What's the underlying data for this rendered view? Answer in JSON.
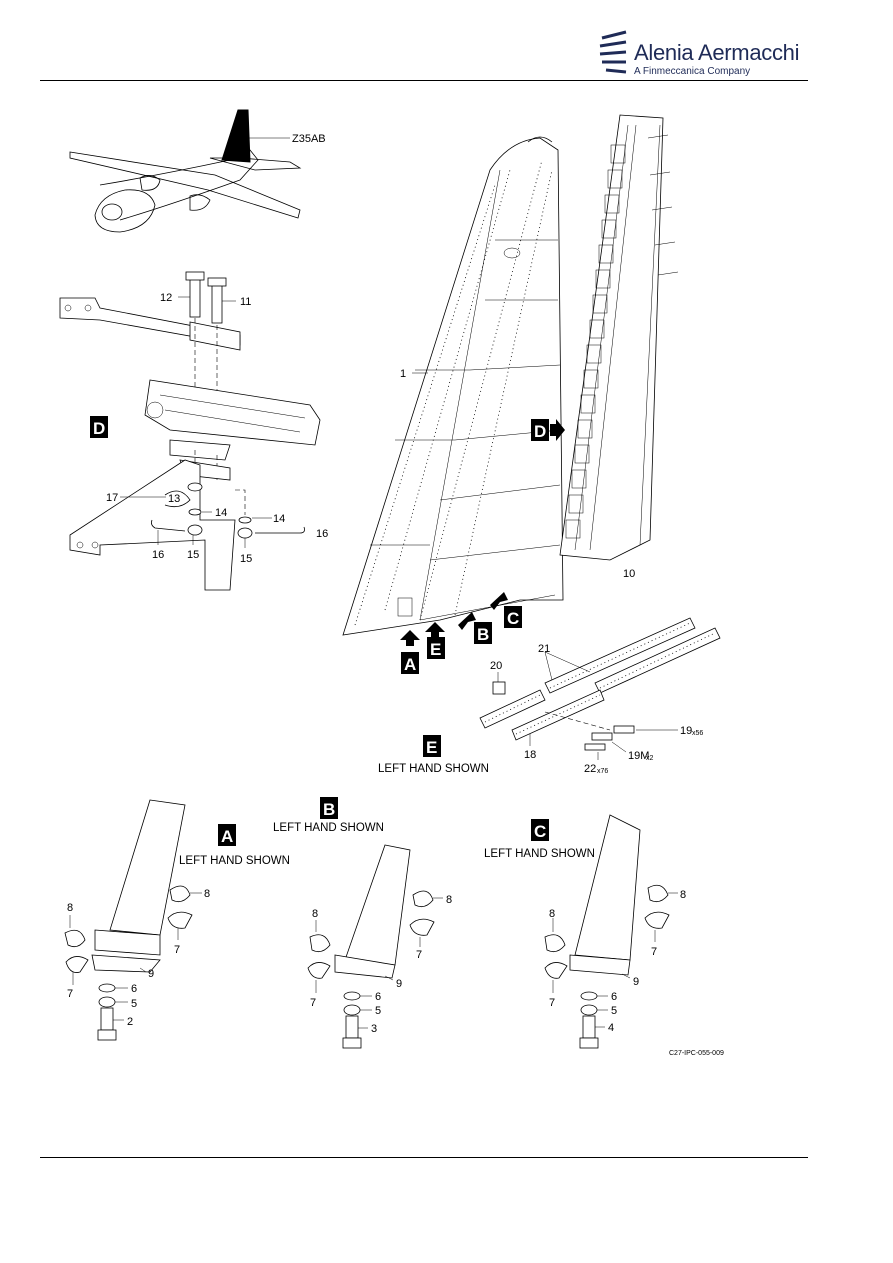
{
  "header": {
    "brand": "Alenia Aermacchi",
    "subtitle": "A Finmeccanica Company",
    "logo_color": "#1f2b57"
  },
  "aircraft_callout": "Z35AB",
  "detail_boxes": {
    "A": "A",
    "B": "B",
    "C": "C",
    "D": "D",
    "E": "E"
  },
  "captions": {
    "E": "LEFT HAND SHOWN",
    "A": "LEFT HAND SHOWN",
    "B": "LEFT HAND SHOWN",
    "C": "LEFT HAND SHOWN"
  },
  "item_labels": {
    "i1": "1",
    "i10": "10",
    "i11": "11",
    "i12": "12",
    "i13": "13",
    "i14a": "14",
    "i14b": "14",
    "i15a": "15",
    "i15b": "15",
    "i16a": "16",
    "i16b": "16",
    "i17": "17",
    "i18": "18",
    "i20": "20",
    "i21": "21",
    "i19": "19",
    "i19_qty": "x56",
    "i19m": "19M",
    "i19m_qty": "x2",
    "i22": "22",
    "i22_qty": "x76",
    "a8a": "8",
    "a8b": "8",
    "a7a": "7",
    "a7b": "7",
    "a9": "9",
    "a6": "6",
    "a5": "5",
    "a2": "2",
    "b8a": "8",
    "b8b": "8",
    "b7a": "7",
    "b7b": "7",
    "b9": "9",
    "b6": "6",
    "b5": "5",
    "b3": "3",
    "c8a": "8",
    "c8b": "8",
    "c7a": "7",
    "c7b": "7",
    "c9": "9",
    "c6": "6",
    "c5": "5",
    "c4": "4"
  },
  "figure_ref": "C27-IPC-055-009"
}
